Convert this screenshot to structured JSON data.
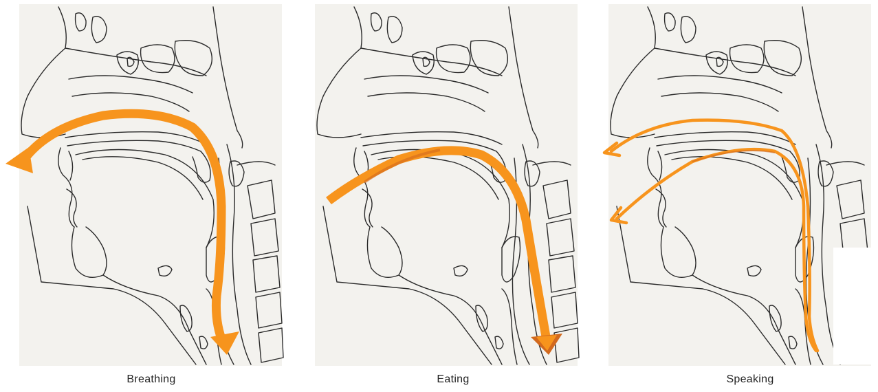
{
  "colors": {
    "paper": "#f3f2ee",
    "line": "#2a2a2a",
    "arrow": "#f7941d",
    "arrow_dark": "#d2691e",
    "caption": "#222222"
  },
  "panels": [
    {
      "id": "breathing",
      "caption": "Breathing"
    },
    {
      "id": "eating",
      "caption": "Eating"
    },
    {
      "id": "speaking",
      "caption": "Speaking"
    }
  ]
}
